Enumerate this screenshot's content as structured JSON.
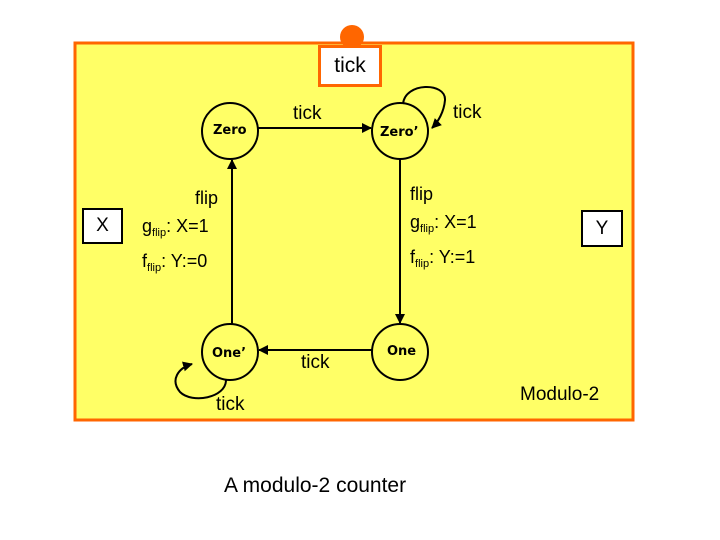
{
  "diagram": {
    "frame_label": "Modulo-2",
    "caption": "A modulo-2 counter",
    "colors": {
      "frame_fill": "#ffff66",
      "frame_border": "#ff6600",
      "input_port_dot": "#ff6600",
      "line": "#000000"
    },
    "ports": {
      "tick_input": "tick",
      "x_port": "X",
      "y_port": "Y"
    },
    "states": [
      {
        "id": "zero",
        "label": "Zero"
      },
      {
        "id": "zero_prime",
        "label": "Zero’"
      },
      {
        "id": "one",
        "label": "One"
      },
      {
        "id": "one_prime",
        "label": "One’"
      }
    ],
    "transitions": [
      {
        "from": "Zero",
        "to": "Zero’",
        "label": "tick"
      },
      {
        "from": "Zero’",
        "to": "Zero’",
        "label": "tick"
      },
      {
        "from": "Zero’",
        "to": "One",
        "label": "flip",
        "guard_name": "g",
        "guard_sub": "flip",
        "guard_expr": ": X=1",
        "action_name": "f",
        "action_sub": "flip",
        "action_expr": ": Y:=1"
      },
      {
        "from": "One",
        "to": "One’",
        "label": "tick"
      },
      {
        "from": "One’",
        "to": "One’",
        "label": "tick"
      },
      {
        "from": "One’",
        "to": "Zero",
        "label": "flip",
        "guard_name": "g",
        "guard_sub": "flip",
        "guard_expr": ": X=1",
        "action_name": "f",
        "action_sub": "flip",
        "action_expr": ": Y:=0"
      }
    ]
  }
}
